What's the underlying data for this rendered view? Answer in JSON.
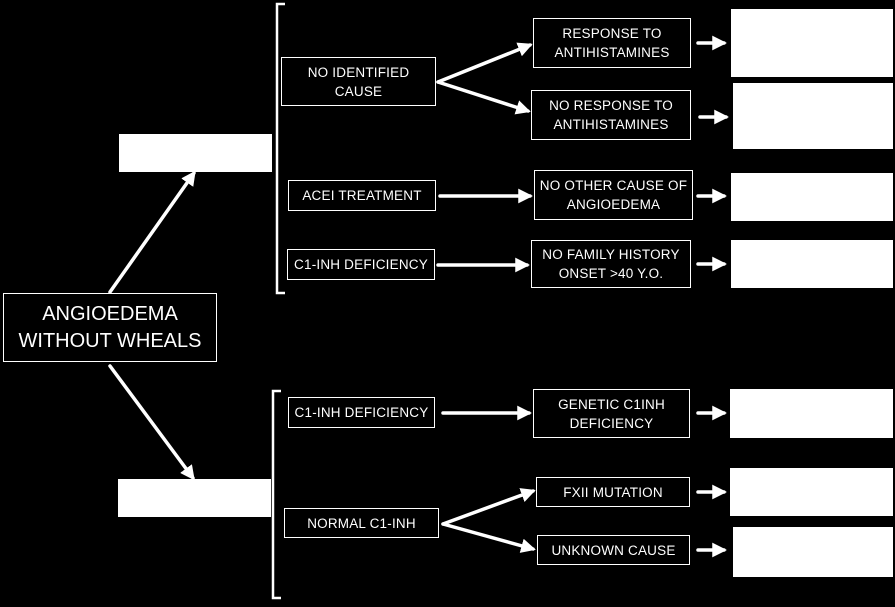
{
  "root": {
    "label": "ANGIOEDEMA\nWITHOUT WHEALS"
  },
  "upper_group": {
    "category": "",
    "conditions": [
      {
        "label": "NO IDENTIFIED\nCAUSE",
        "outcomes": [
          {
            "label": "RESPONSE TO\nANTIHISTAMINES",
            "result": ""
          },
          {
            "label": "NO RESPONSE TO\nANTIHISTAMINES",
            "result": ""
          }
        ]
      },
      {
        "label": "ACEI TREATMENT",
        "outcomes": [
          {
            "label": "NO OTHER CAUSE OF\nANGIOEDEMA",
            "result": ""
          }
        ]
      },
      {
        "label": "C1-INH DEFICIENCY",
        "outcomes": [
          {
            "label": "NO FAMILY HISTORY\nONSET >40 Y.O.",
            "result": ""
          }
        ]
      }
    ]
  },
  "lower_group": {
    "category": "",
    "conditions": [
      {
        "label": "C1-INH DEFICIENCY",
        "outcomes": [
          {
            "label": "GENETIC C1INH\nDEFICIENCY",
            "result": ""
          }
        ]
      },
      {
        "label": "NORMAL C1-INH",
        "outcomes": [
          {
            "label": "FXII MUTATION",
            "result": ""
          },
          {
            "label": "UNKNOWN CAUSE",
            "result": ""
          }
        ]
      }
    ]
  },
  "colors": {
    "background": "#000000",
    "line": "#ffffff",
    "blank_box": "#ffffff"
  }
}
